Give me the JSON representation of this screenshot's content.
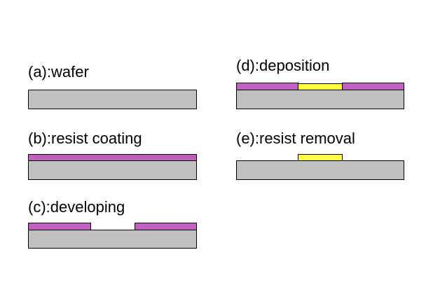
{
  "colors": {
    "wafer": "#c0c0c0",
    "resist": "#c060c0",
    "metal": "#ffff40",
    "outline": "#000000",
    "background": "#ffffff"
  },
  "steps": [
    {
      "id": "a",
      "label": "(a):wafer",
      "layers": [
        "wafer"
      ]
    },
    {
      "id": "b",
      "label": "(b):resist coating",
      "layers": [
        "wafer",
        "resist"
      ]
    },
    {
      "id": "c",
      "label": "(c):developing",
      "layers": [
        "wafer",
        "resist-left",
        "resist-right"
      ]
    },
    {
      "id": "d",
      "label": "(d):deposition",
      "layers": [
        "wafer",
        "resist-left",
        "metal",
        "resist-right"
      ]
    },
    {
      "id": "e",
      "label": "(e):resist removal",
      "layers": [
        "wafer",
        "metal"
      ]
    }
  ]
}
